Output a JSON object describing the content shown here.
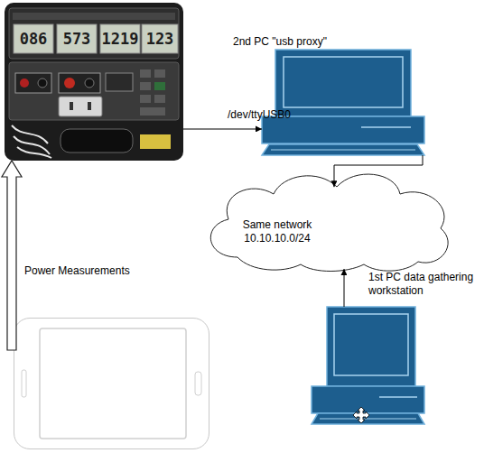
{
  "diagram": {
    "nodes": [
      {
        "text": [
          "086",
          "573",
          "1219",
          "123"
        ]
      },
      {
        "text": [
          "2nd PC \"usb proxy\""
        ]
      },
      {
        "text": [
          "Same network 10.10.10.0/24"
        ]
      },
      {
        "text": [
          "1st PC data gathering workstation"
        ]
      },
      {
        "text": []
      }
    ],
    "edges": [
      {
        "from": 0,
        "to": 1,
        "arrow": "to",
        "label": "/dev/ttyUSB0"
      },
      {
        "from": 1,
        "to": 2,
        "arrow": "to"
      },
      {
        "from": 3,
        "to": 2,
        "arrow": "to"
      },
      {
        "from": 4,
        "to": 0,
        "arrow": "to",
        "label": "Power Measurements"
      }
    ]
  }
}
